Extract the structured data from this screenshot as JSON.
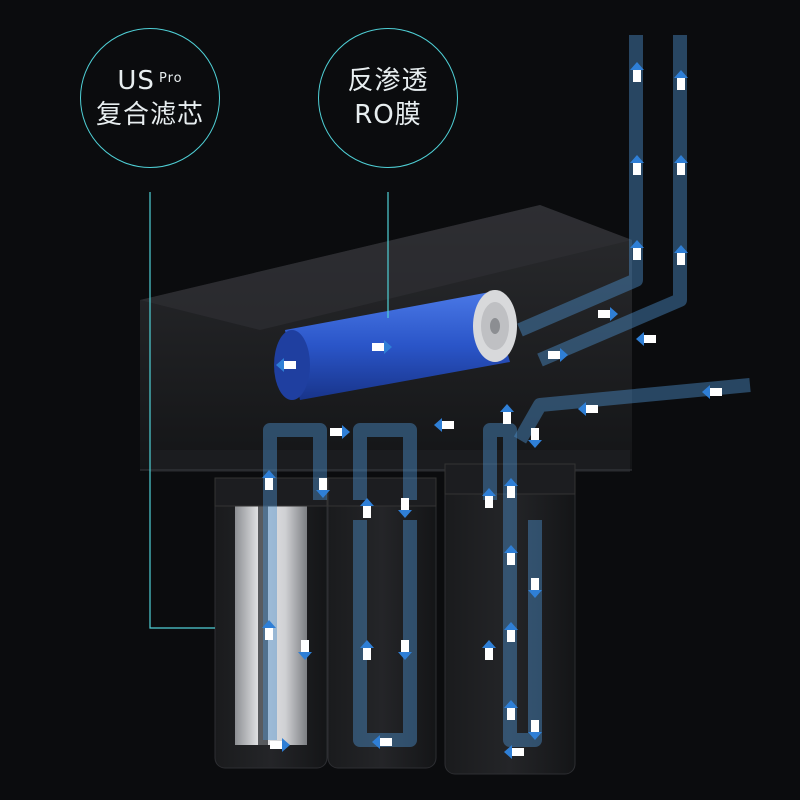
{
  "callouts": {
    "left": {
      "line1": "US",
      "sup": "Pro",
      "line2": "复合滤芯"
    },
    "right": {
      "line1": "反渗透",
      "line2": "RO膜"
    }
  },
  "colors": {
    "background": "#0b0c0e",
    "accent_line": "#4fd0d6",
    "flow_tube": "#4b8fc9",
    "arrow_fill": "#ffffff",
    "arrow_head": "#2f7fd6",
    "membrane": "#2a55c8"
  },
  "icons": [
    "flow-arrow-icon"
  ]
}
